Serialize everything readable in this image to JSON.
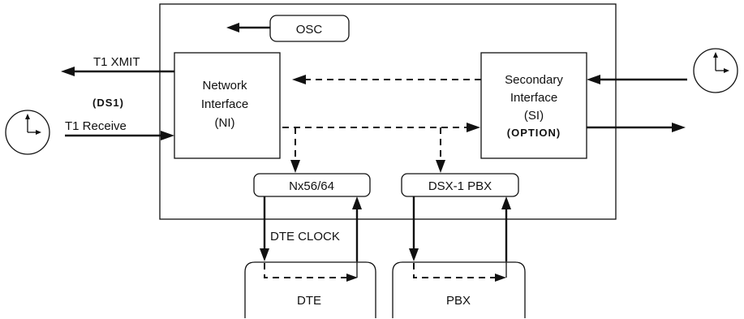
{
  "diagram": {
    "osc": "OSC",
    "t1_xmit": "T1 XMIT",
    "ds1": "(DS1)",
    "t1_receive": "T1 Receive",
    "network_interface": [
      "Network",
      "Interface",
      "(NI)"
    ],
    "secondary_interface": [
      "Secondary",
      "Interface",
      "(SI)"
    ],
    "option": "(OPTION)",
    "nx5664": "Nx56/64",
    "dsx1_pbx": "DSX-1 PBX",
    "dte_clock": "DTE CLOCK",
    "dte": "DTE",
    "pbx": "PBX"
  }
}
